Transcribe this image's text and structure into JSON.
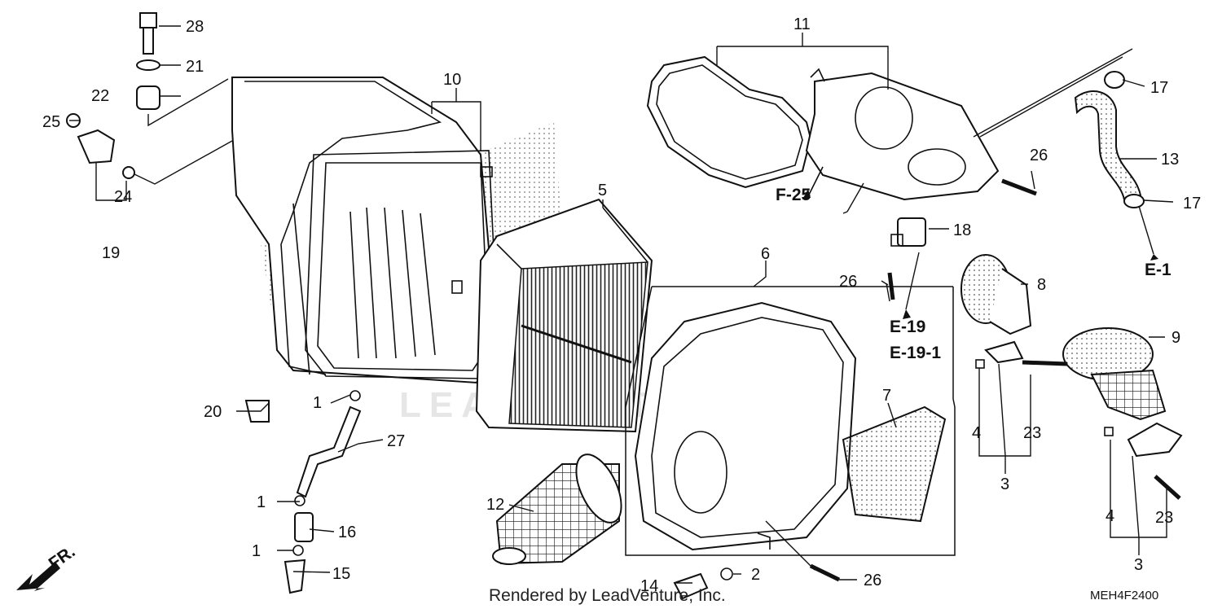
{
  "watermark": "LEADVENTURE",
  "credit": "Rendered by LeadVenture, Inc.",
  "diagram_code": "MEH4F2400",
  "front_label": "FR.",
  "part_numbers": [
    "1",
    "2",
    "3",
    "4",
    "5",
    "6",
    "7",
    "8",
    "9",
    "10",
    "11",
    "12",
    "13",
    "14",
    "15",
    "16",
    "17",
    "18",
    "19",
    "20",
    "21",
    "22",
    "23",
    "24",
    "25",
    "26",
    "27",
    "28"
  ],
  "references": [
    "F-25",
    "E-19",
    "E-19-1",
    "E-1"
  ]
}
